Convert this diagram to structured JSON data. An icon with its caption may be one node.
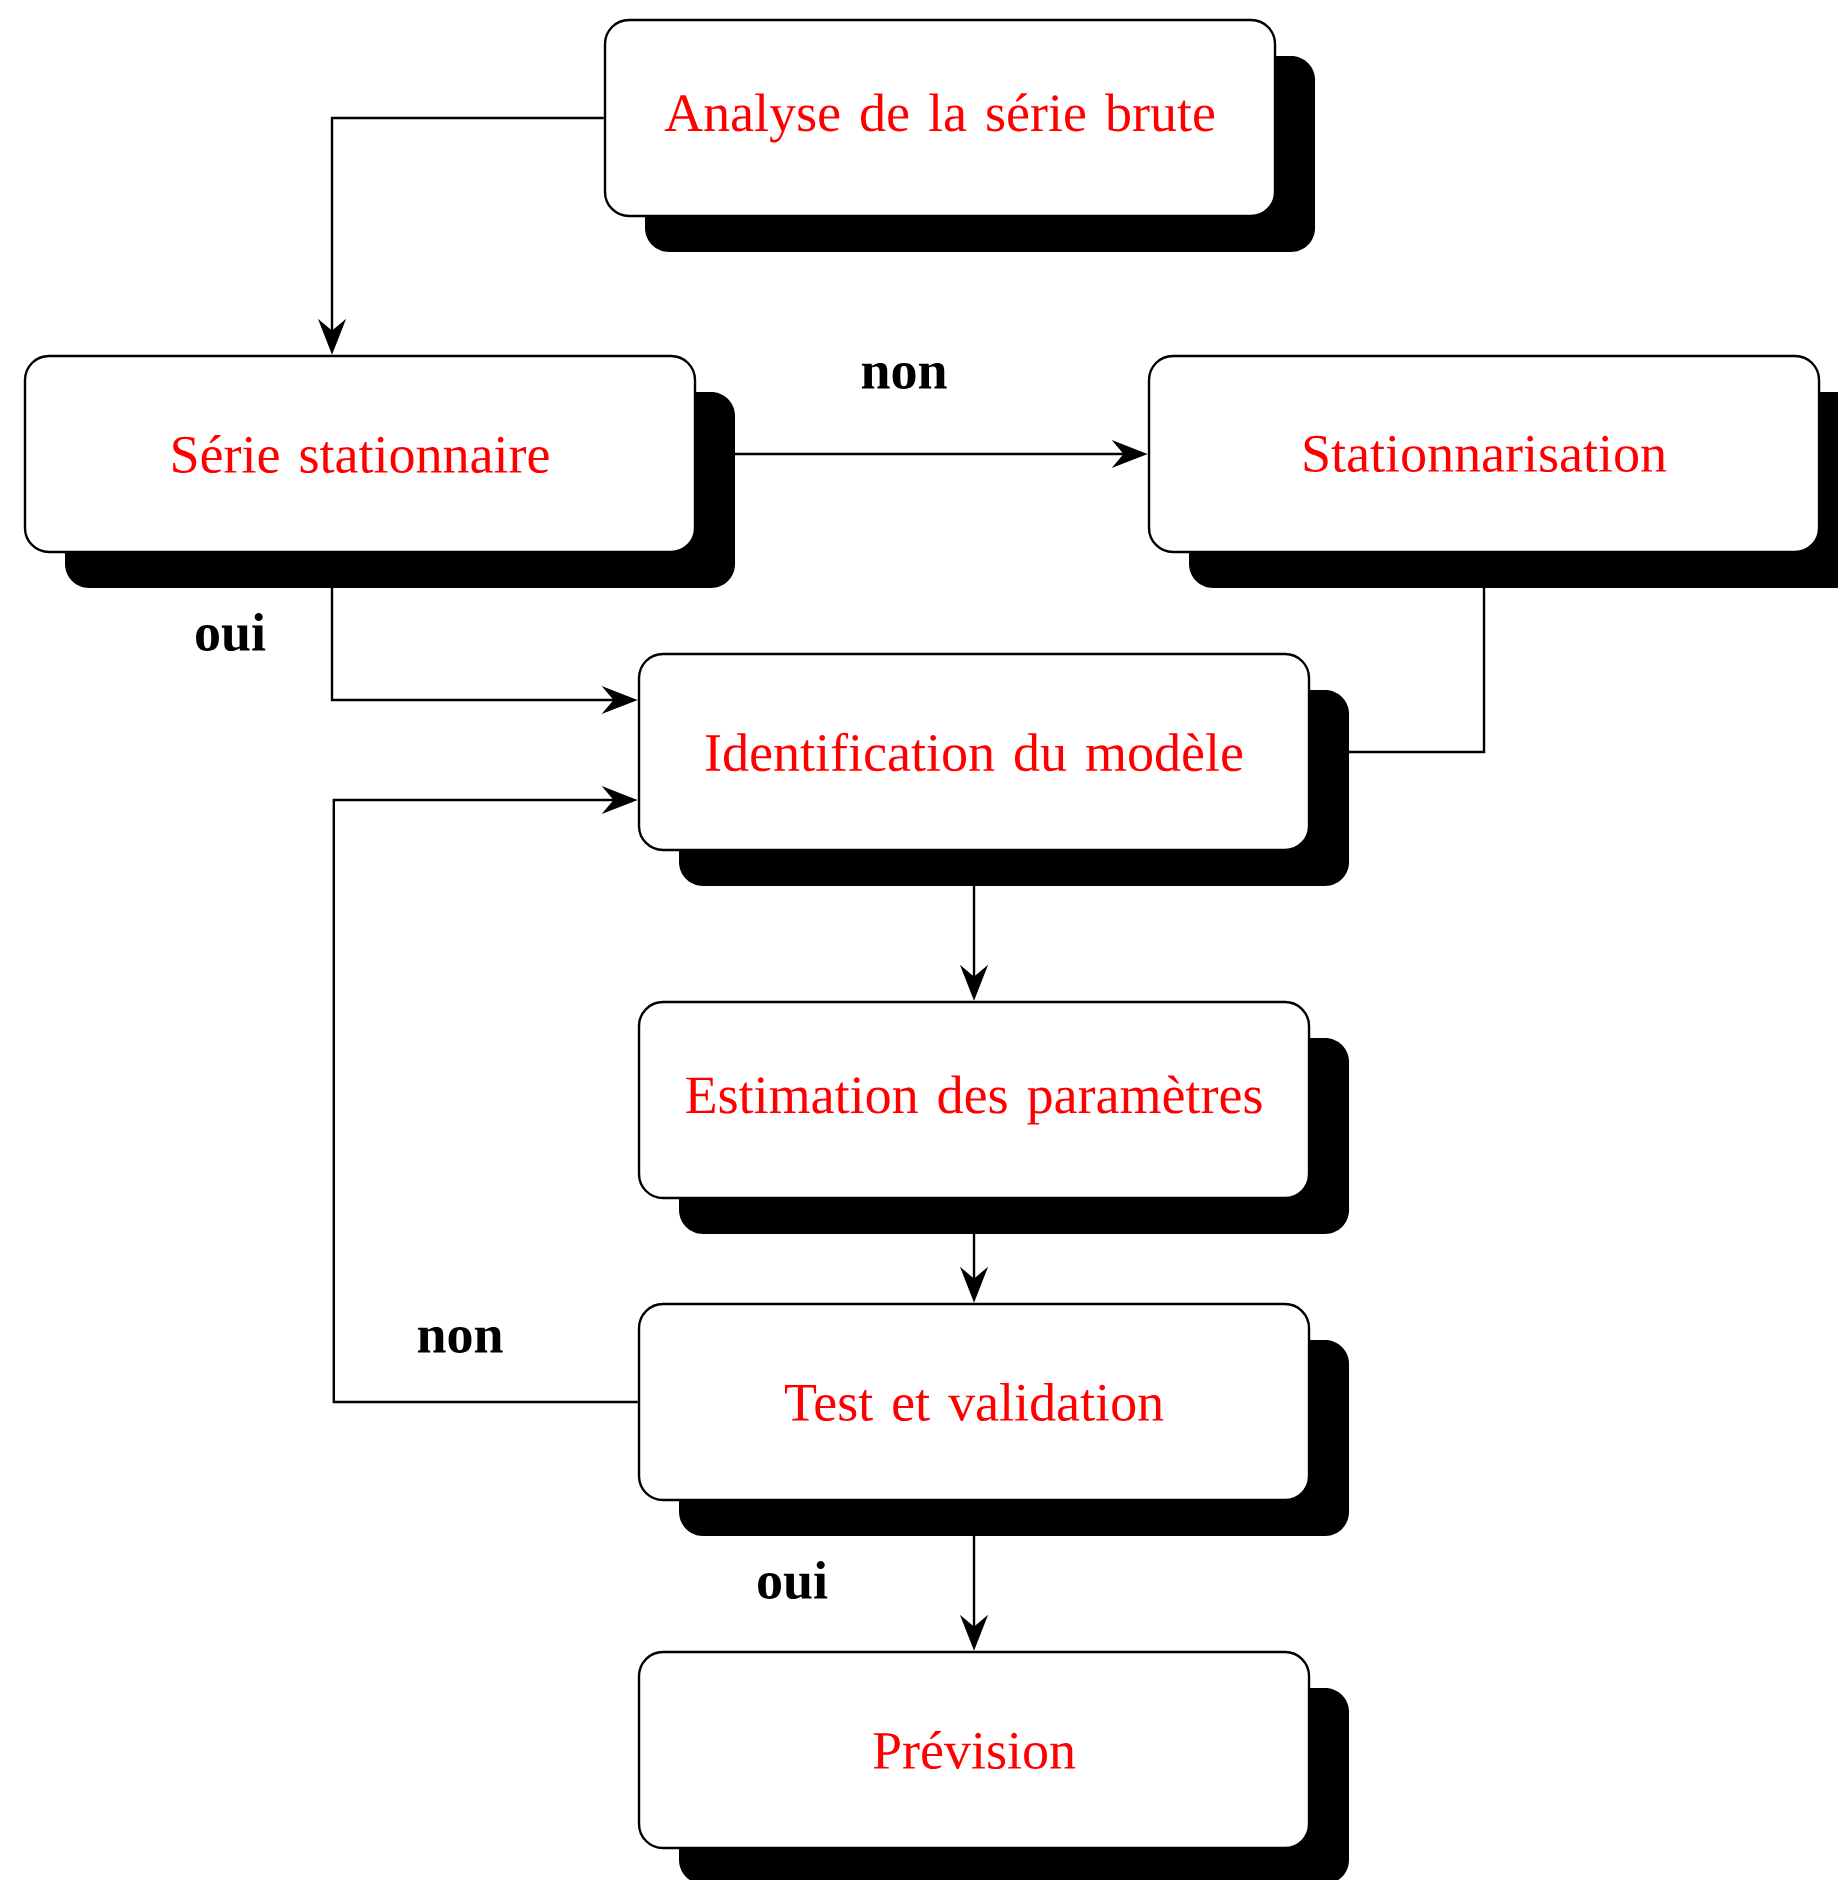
{
  "diagram": {
    "nodes": [
      {
        "text": [
          "Analyse de la série brute"
        ]
      },
      {
        "text": [
          "Série stationnaire"
        ]
      },
      {
        "text": [
          "Stationnarisation"
        ]
      },
      {
        "text": [
          "Identification du modèle"
        ]
      },
      {
        "text": [
          "Estimation des paramètres"
        ]
      },
      {
        "text": [
          "Test et validation"
        ]
      },
      {
        "text": [
          "Prévision"
        ]
      }
    ],
    "edges": [
      {
        "from": 0,
        "to": 1,
        "arrow": "to"
      },
      {
        "from": 1,
        "to": 2,
        "arrow": "to",
        "label": "non"
      },
      {
        "from": 1,
        "to": 3,
        "arrow": "to",
        "label": "oui"
      },
      {
        "from": 2,
        "to": 3,
        "arrow": "none"
      },
      {
        "from": 3,
        "to": 4,
        "arrow": "to"
      },
      {
        "from": 4,
        "to": 5,
        "arrow": "to"
      },
      {
        "from": 5,
        "to": 3,
        "arrow": "to",
        "label": "non"
      },
      {
        "from": 5,
        "to": 6,
        "arrow": "to",
        "label": "oui"
      }
    ]
  }
}
